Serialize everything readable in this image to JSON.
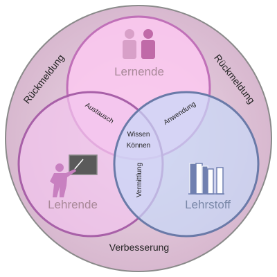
{
  "diagram": {
    "circles": {
      "top": {
        "label": "Lernende",
        "color": "#f0a0dc"
      },
      "left": {
        "label": "Lehrende",
        "color": "#e8a8e0"
      },
      "right": {
        "label": "Lehrstoff",
        "color": "#b8c8f0"
      }
    },
    "overlaps": {
      "top_left": "Austausch",
      "top_right": "Anwendung",
      "left_right": "Vermittlung",
      "center": [
        "Wissen",
        "Können"
      ]
    },
    "outer_ring": {
      "left_label": "Rückmeldung",
      "right_label": "Rückmeldung",
      "bottom_label": "Verbesserung"
    },
    "icons": {
      "top": "people-icon",
      "left": "teacher-at-board-icon",
      "right": "books-icon"
    }
  }
}
